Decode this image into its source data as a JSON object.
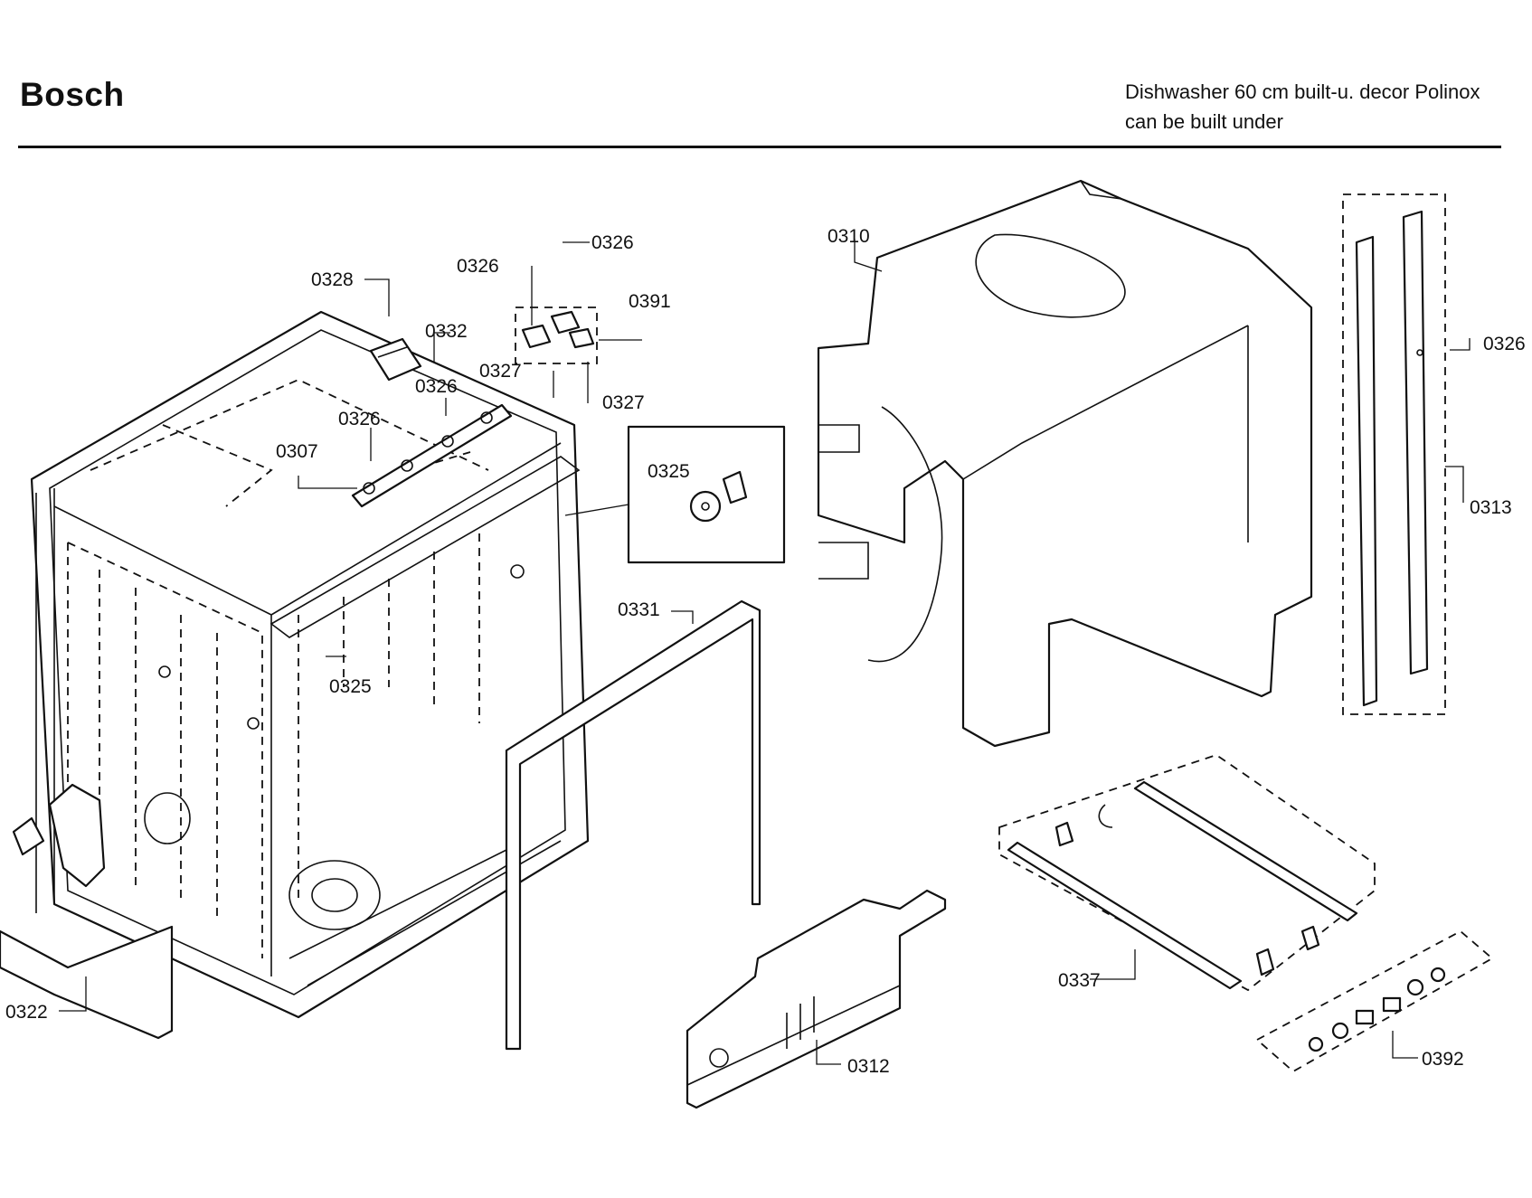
{
  "header": {
    "brand": "Bosch",
    "description_line1": "Dishwasher 60 cm built-u. decor Polinox",
    "description_line2": "can be built under"
  },
  "callouts": {
    "c0328": "0328",
    "c0332": "0332",
    "c0326_a": "0326",
    "c0326_b": "0326",
    "c0326_c": "0326",
    "c0326_d": "0326",
    "c0326_e": "0326",
    "c0391": "0391",
    "c0327_a": "0327",
    "c0327_b": "0327",
    "c0307": "0307",
    "c0325_a": "0325",
    "c0325_b": "0325",
    "c0310": "0310",
    "c0313": "0313",
    "c0331": "0331",
    "c0322": "0322",
    "c0337": "0337",
    "c0312": "0312",
    "c0392": "0392"
  }
}
